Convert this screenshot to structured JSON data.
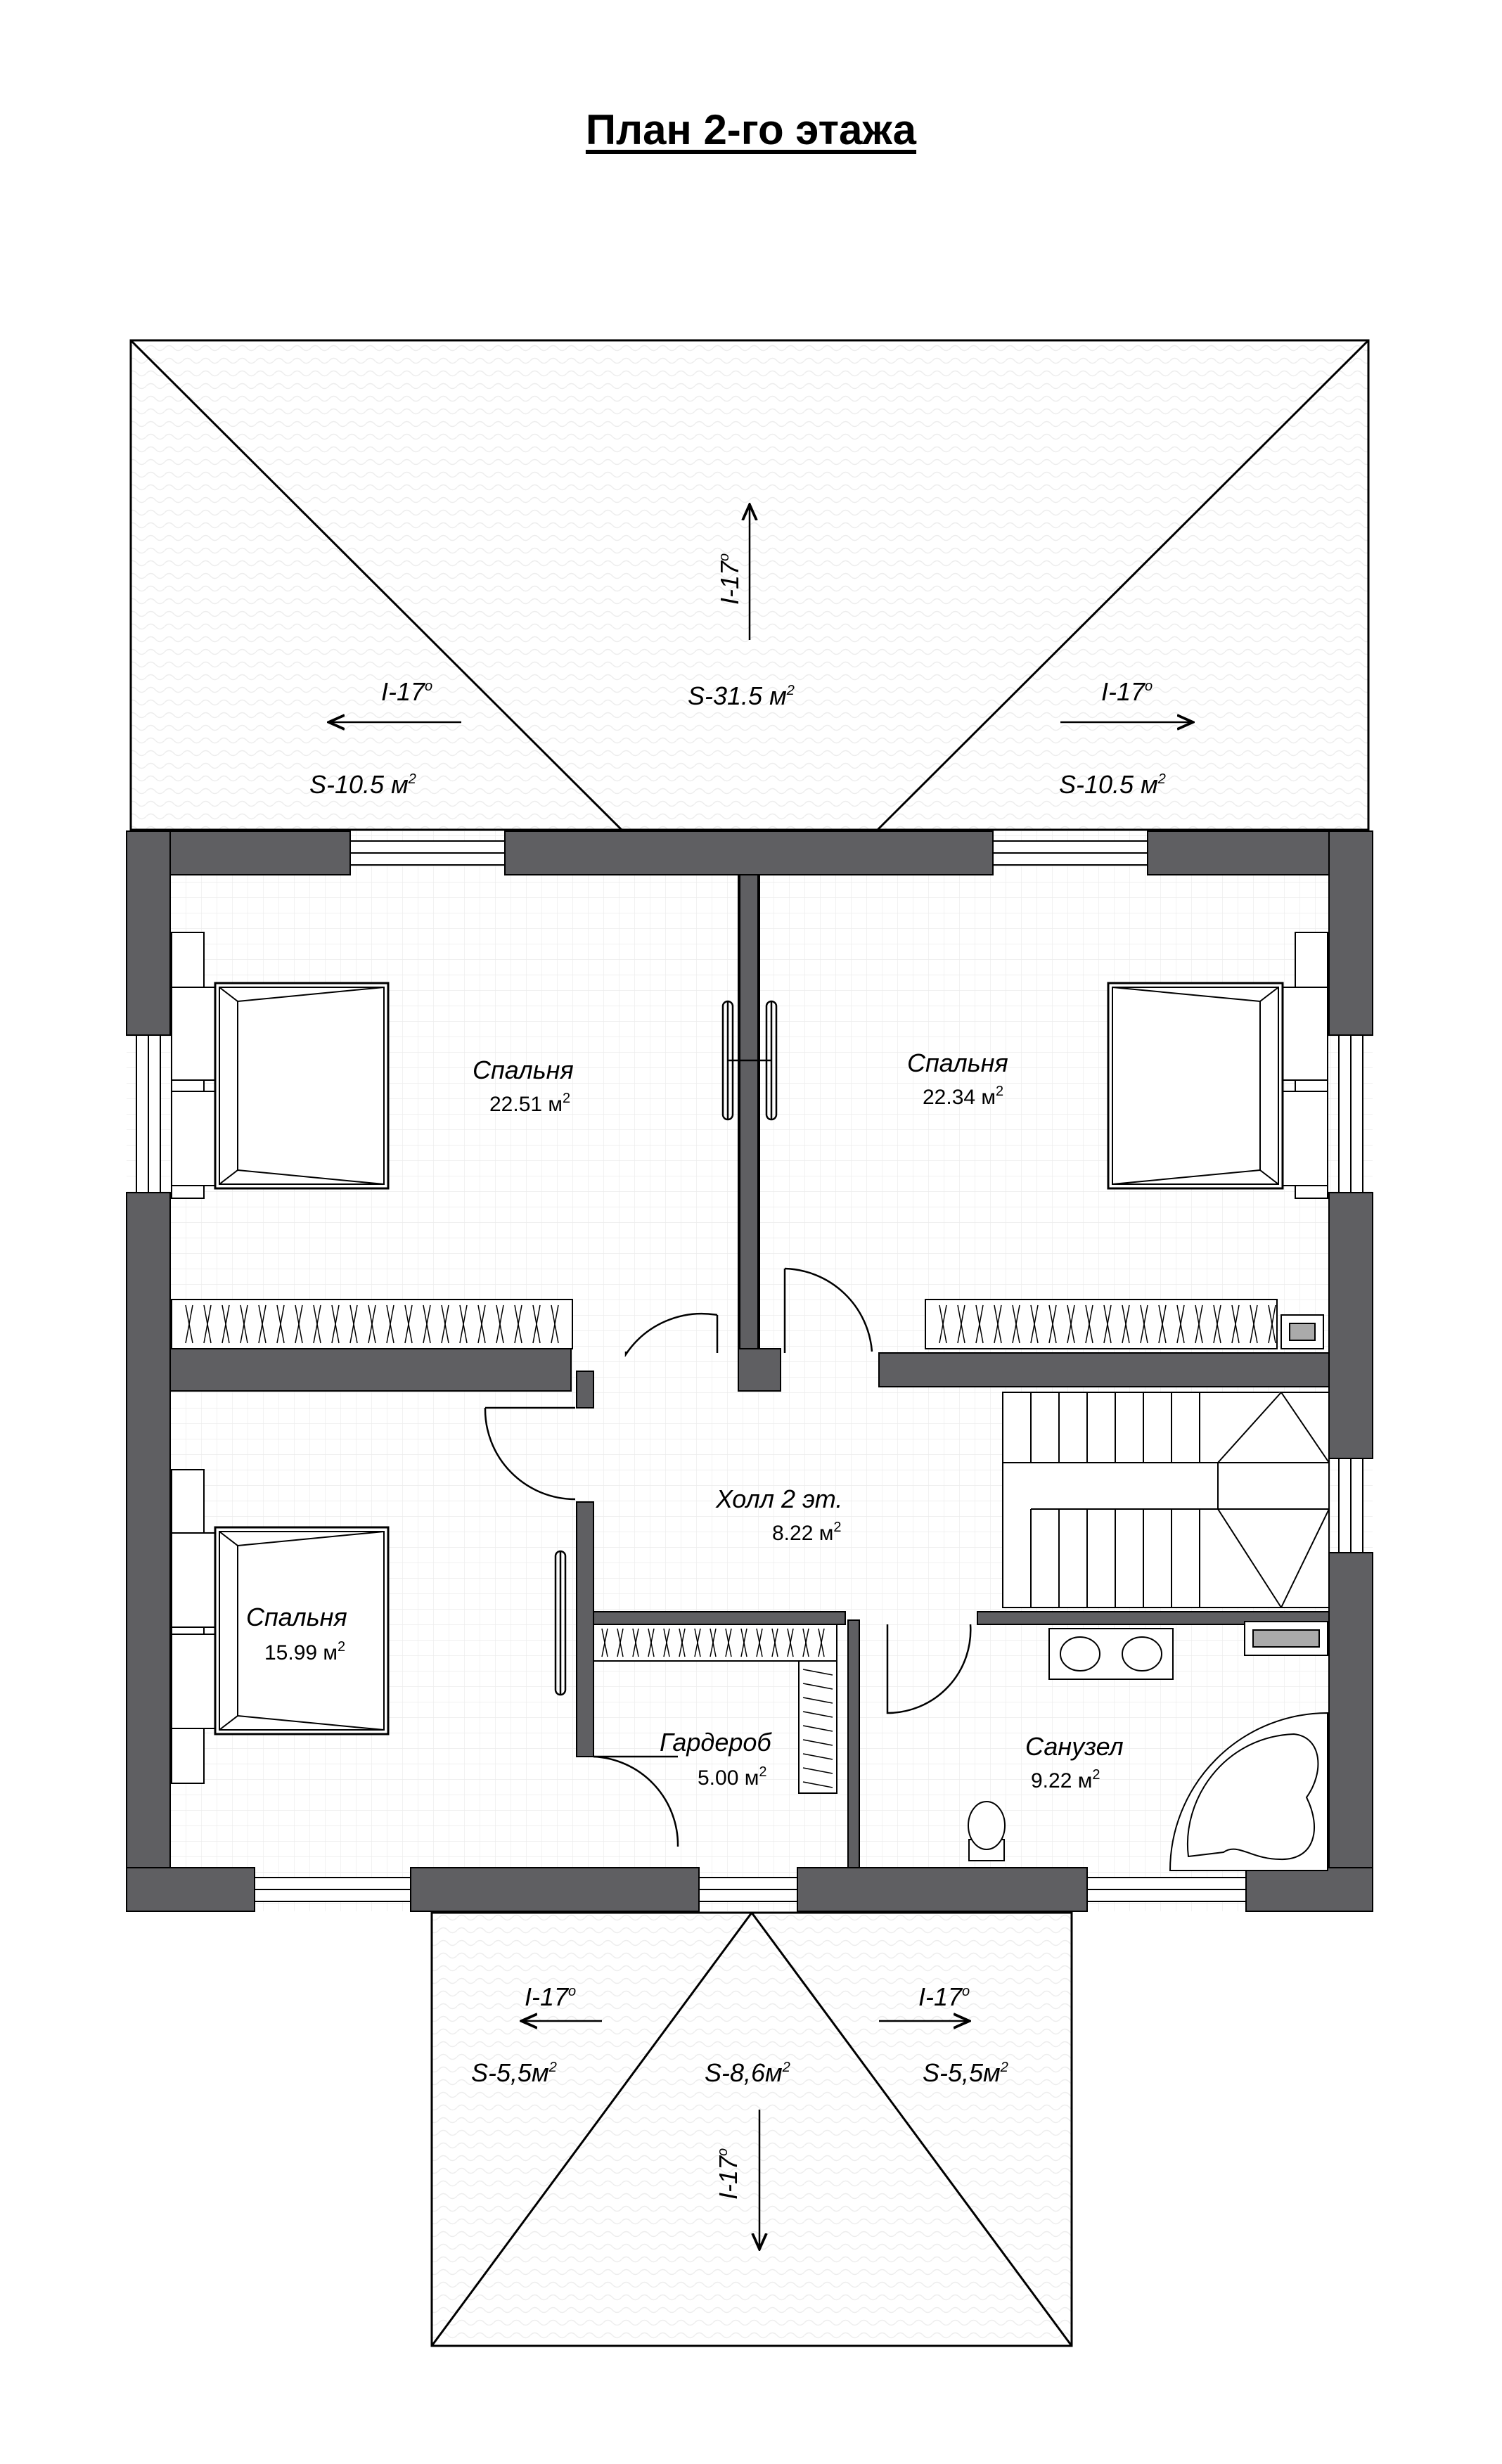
{
  "title": "План 2-го этажа",
  "colors": {
    "wall": "#5f5f62",
    "line": "#000000",
    "fill": "#ffffff",
    "pattern": "#e3e3e3"
  },
  "roof": {
    "top": {
      "slope_center": "I-17",
      "area_center": "S-31.5 м",
      "slope_left": "I-17",
      "area_left": "S-10.5 м",
      "slope_right": "I-17",
      "area_right": "S-10.5 м"
    },
    "bottom": {
      "slope_left": "I-17",
      "area_left": "S-5,5м",
      "area_center": "S-8,6м",
      "slope_right": "I-17",
      "area_right": "S-5,5м",
      "slope_center": "I-17"
    },
    "degree": "o",
    "power": "2"
  },
  "rooms": {
    "bedroom_1": {
      "name": "Спальня",
      "area": "22.51 м"
    },
    "bedroom_2": {
      "name": "Спальня",
      "area": "22.34 м"
    },
    "bedroom_3": {
      "name": "Спальня",
      "area": "15.99 м"
    },
    "hall": {
      "name": "Холл 2 эт.",
      "area": "8.22 м"
    },
    "wardrobe": {
      "name": "Гардероб",
      "area": "5.00 м"
    },
    "bathroom": {
      "name": "Санузел",
      "area": "9.22 м"
    }
  }
}
